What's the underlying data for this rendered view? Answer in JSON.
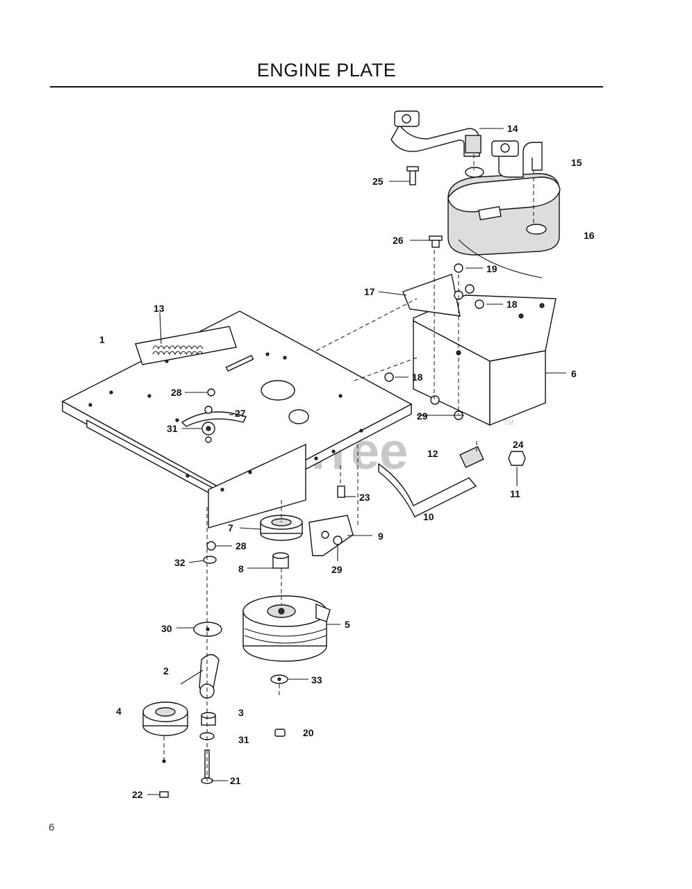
{
  "page": {
    "title": "ENGINE PLATE",
    "page_number": "6"
  },
  "watermark": {
    "text": "PartsTree",
    "trademark": "TM"
  },
  "callouts": [
    {
      "id": "c1",
      "label": "1"
    },
    {
      "id": "c2",
      "label": "2"
    },
    {
      "id": "c3",
      "label": "3"
    },
    {
      "id": "c4",
      "label": "4"
    },
    {
      "id": "c5",
      "label": "5"
    },
    {
      "id": "c6",
      "label": "6"
    },
    {
      "id": "c7",
      "label": "7"
    },
    {
      "id": "c8",
      "label": "8"
    },
    {
      "id": "c9",
      "label": "9"
    },
    {
      "id": "c10",
      "label": "10"
    },
    {
      "id": "c11",
      "label": "11"
    },
    {
      "id": "c12",
      "label": "12"
    },
    {
      "id": "c13",
      "label": "13"
    },
    {
      "id": "c14",
      "label": "14"
    },
    {
      "id": "c15",
      "label": "15"
    },
    {
      "id": "c16",
      "label": "16"
    },
    {
      "id": "c17",
      "label": "17"
    },
    {
      "id": "c18a",
      "label": "18"
    },
    {
      "id": "c18b",
      "label": "18"
    },
    {
      "id": "c19",
      "label": "19"
    },
    {
      "id": "c20",
      "label": "20"
    },
    {
      "id": "c21",
      "label": "21"
    },
    {
      "id": "c22",
      "label": "22"
    },
    {
      "id": "c23",
      "label": "23"
    },
    {
      "id": "c24",
      "label": "24"
    },
    {
      "id": "c25",
      "label": "25"
    },
    {
      "id": "c26",
      "label": "26"
    },
    {
      "id": "c27",
      "label": "27"
    },
    {
      "id": "c28a",
      "label": "28"
    },
    {
      "id": "c28b",
      "label": "28"
    },
    {
      "id": "c29a",
      "label": "29"
    },
    {
      "id": "c29b",
      "label": "29"
    },
    {
      "id": "c30",
      "label": "30"
    },
    {
      "id": "c31a",
      "label": "31"
    },
    {
      "id": "c31b",
      "label": "31"
    },
    {
      "id": "c32",
      "label": "32"
    },
    {
      "id": "c33",
      "label": "33"
    }
  ]
}
